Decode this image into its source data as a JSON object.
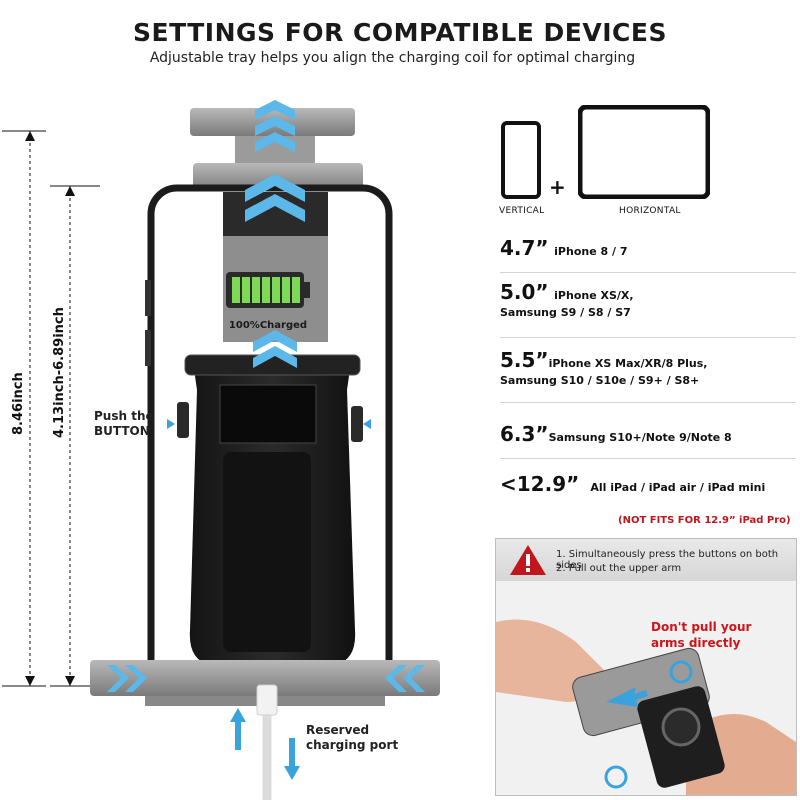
{
  "header": {
    "title": "SETTINGS FOR COMPATIBLE DEVICES",
    "subtitle": "Adjustable tray helps you align the charging coil for optimal charging"
  },
  "dimensions": {
    "overall": "8.46inch",
    "adjustable": "4.13inch-6.89inch"
  },
  "product": {
    "battery_text": "100%Charged",
    "push_button_line1": "Push the",
    "push_button_line2": "BUTTON",
    "port_line1": "Reserved",
    "port_line2": "charging port"
  },
  "devices": {
    "vertical_label": "VERTICAL",
    "plus": "+",
    "horizontal_label": "HORIZONTAL"
  },
  "sizes": [
    {
      "size": "4.7”",
      "line1": "iPhone 8 / 7",
      "line2": ""
    },
    {
      "size": "5.0”",
      "line1": "iPhone XS/X,",
      "line2": "Samsung S9 / S8 / S7"
    },
    {
      "size": "5.5”",
      "line1": "iPhone XS Max/XR/8 Plus,",
      "line2": "Samsung S10 / S10e / S9+ / S8+"
    },
    {
      "size": "6.3”",
      "line1": "Samsung S10+/Note 9/Note 8",
      "line2": ""
    },
    {
      "size": "<12.9”",
      "line1": "All iPad /  iPad air / iPad mini",
      "line2": ""
    }
  ],
  "not_fits": "(NOT FITS FOR 12.9” iPad Pro)",
  "warning": {
    "step1": "1. Simultaneously press the buttons on both sides",
    "step2": "2. Pull out the upper arm",
    "dont_pull_line1": "Don't pull your",
    "dont_pull_line2": "arms directly"
  },
  "colors": {
    "accent_blue": "#3aa2dc",
    "warning_red": "#c0161c",
    "battery_green": "#7ed957"
  }
}
